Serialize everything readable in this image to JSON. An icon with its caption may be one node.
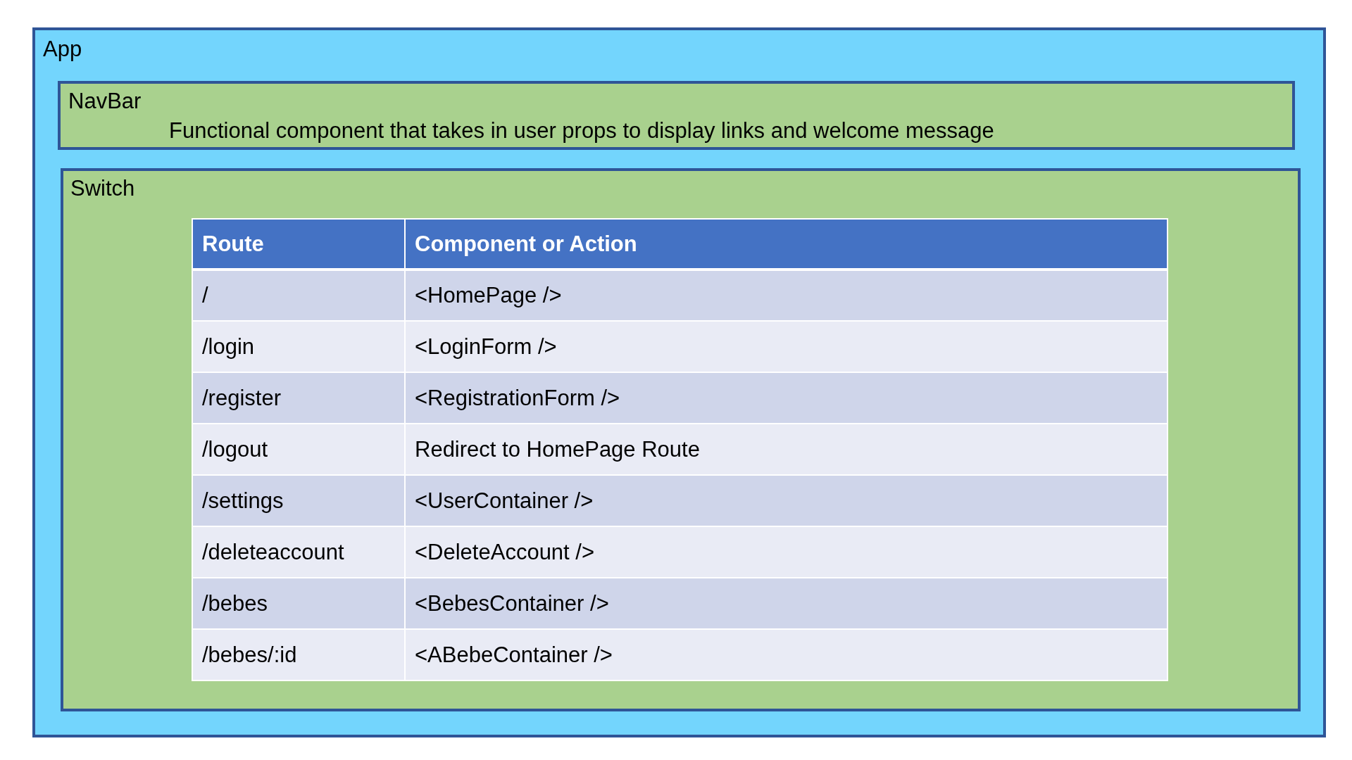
{
  "diagram": {
    "nodes": [
      {
        "text": [
          "App"
        ]
      },
      {
        "text": [
          "NavBar",
          "Functional component that takes in user props to display links and welcome message"
        ],
        "in": 0
      },
      {
        "text": [
          "Switch"
        ],
        "in": 0
      }
    ],
    "labels": [
      "Route",
      "Component or Action",
      "/",
      "<HomePage />",
      "/login",
      "<LoginForm />",
      "/register",
      "<RegistrationForm />",
      "/logout",
      "Redirect to HomePage Route",
      "/settings",
      "<UserContainer />",
      "/deleteaccount",
      "<DeleteAccount />",
      "/bebes",
      "<BebesContainer />",
      "/bebes/:id",
      "<ABebeContainer />"
    ]
  }
}
